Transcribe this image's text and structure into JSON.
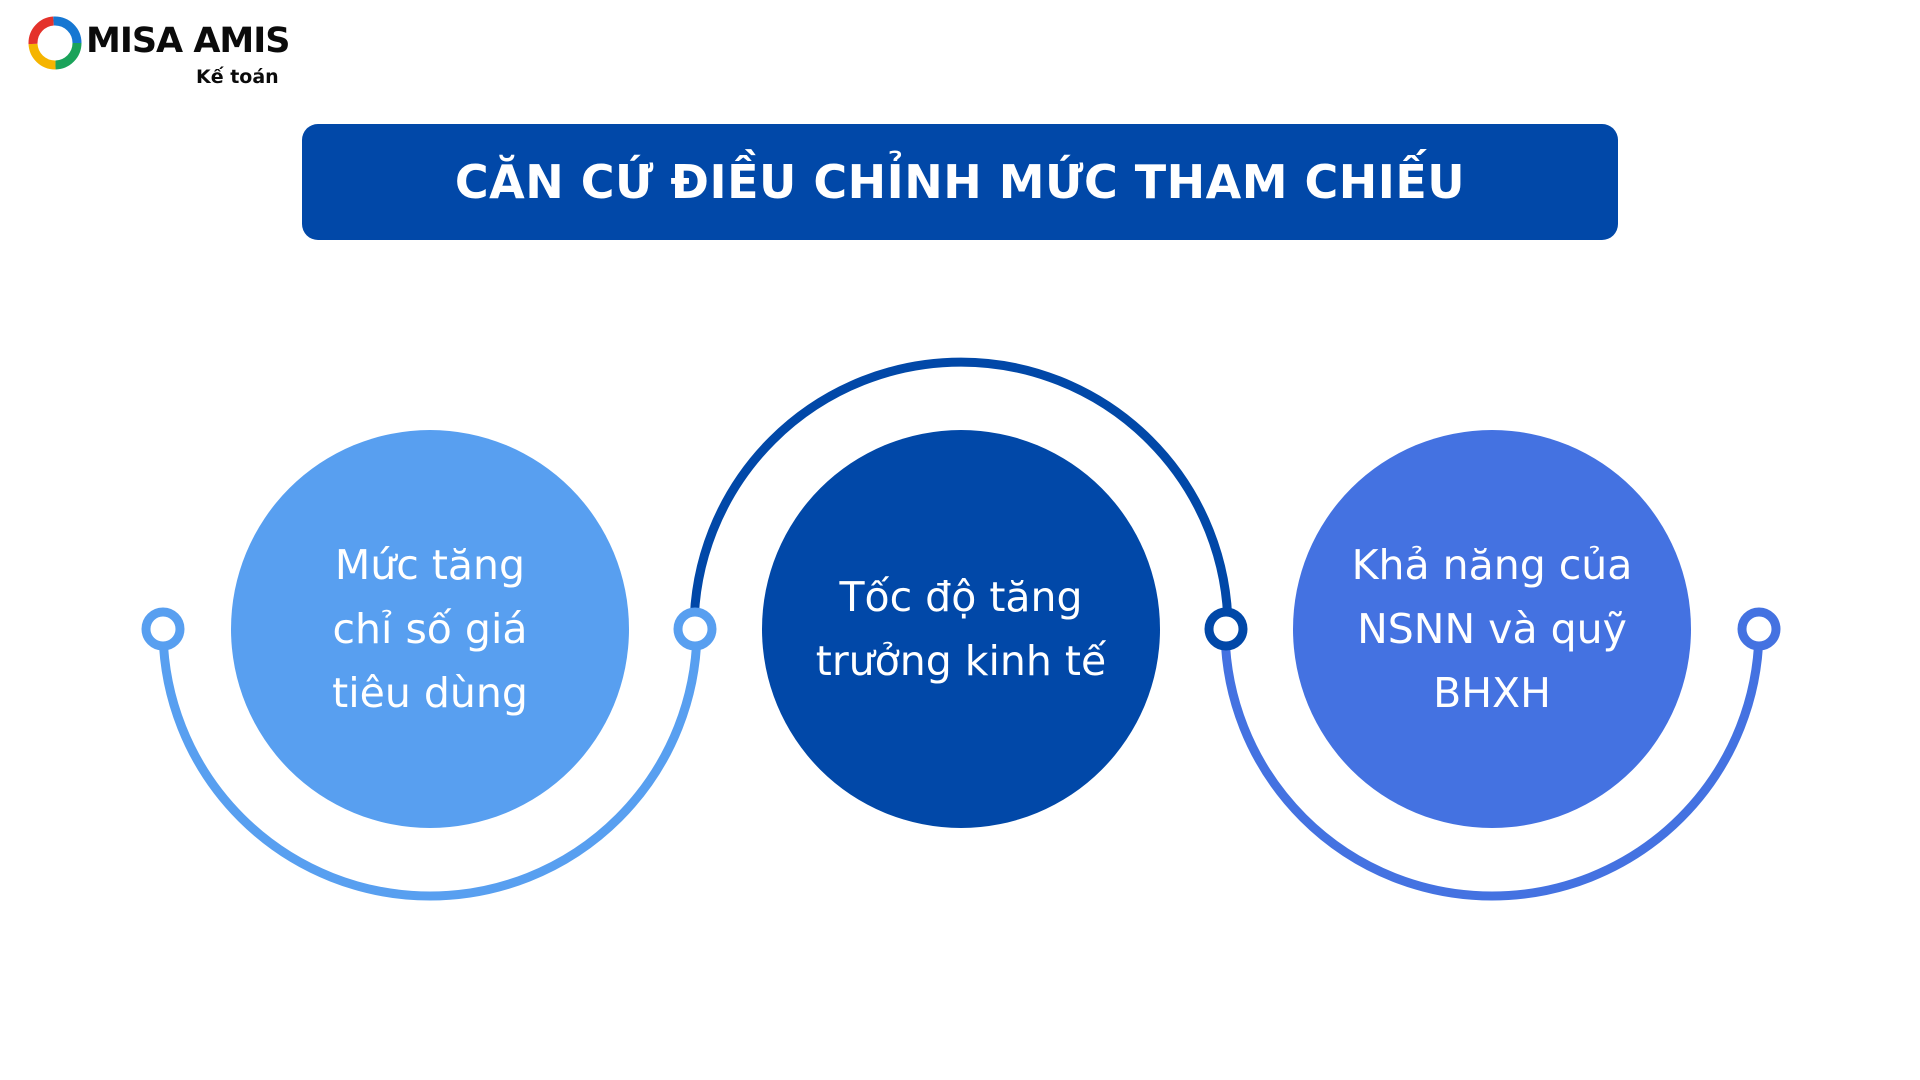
{
  "logo": {
    "name": "MISA AMIS",
    "subtitle": "Kế toán"
  },
  "title": "CĂN CỨ ĐIỀU CHỈNH MỨC THAM CHIẾU",
  "items": [
    {
      "text": "Mức tăng\nchỉ số giá\ntiêu dùng",
      "color": "#589ff0"
    },
    {
      "text": "Tốc độ tăng\ntrưởng kinh tế",
      "color": "#0148a8"
    },
    {
      "text": "Khả năng của\nNSNN và quỹ\nBHXH",
      "color": "#4472e1"
    }
  ],
  "colors": {
    "banner": "#0148a8",
    "background": "#ffffff",
    "text_dark": "#0b0b0b"
  },
  "icons": {
    "logo": "misa-amis-logo-icon"
  }
}
